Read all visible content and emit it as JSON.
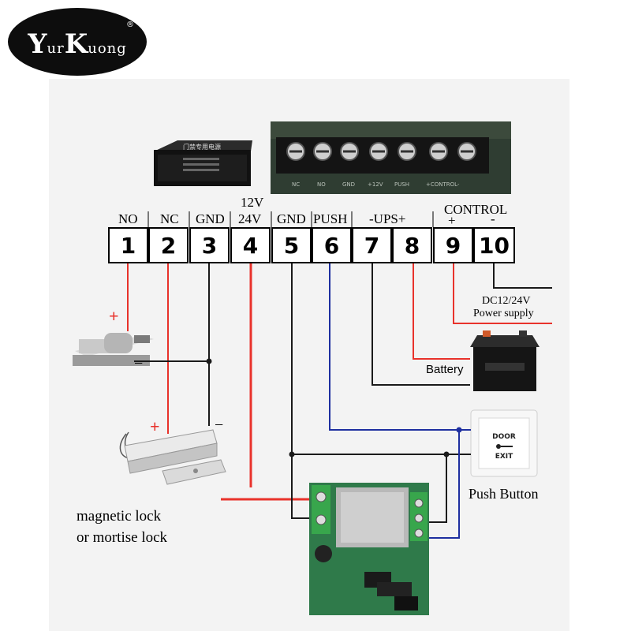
{
  "logo": {
    "first": "Y",
    "first_small": "ur",
    "second": "K",
    "second_small": "uong",
    "mark": "®"
  },
  "device_photos": {
    "power_supply_title": "门禁专用电源",
    "strip_labels": [
      "NC",
      "NO",
      "GND",
      "+12V",
      "PUSH",
      "+CONTROL-"
    ]
  },
  "terminals": [
    {
      "number": "1",
      "label": "NO"
    },
    {
      "number": "2",
      "label": "NC"
    },
    {
      "number": "3",
      "label": "GND"
    },
    {
      "number": "4",
      "label": "24V",
      "label_top": "12V"
    },
    {
      "number": "5",
      "label": "GND"
    },
    {
      "number": "6",
      "label": "PUSH"
    },
    {
      "number": "7",
      "label": ""
    },
    {
      "number": "8",
      "label": ""
    },
    {
      "number": "9",
      "label": "+"
    },
    {
      "number": "10",
      "label": "-"
    }
  ],
  "group_labels": {
    "ups": "-UPS+",
    "control": "CONTROL"
  },
  "annotations": {
    "supply_line1": "DC12/24V",
    "supply_line2": "Power supply",
    "battery": "Battery",
    "push_button": "Push Button",
    "lock_line1": "magnetic lock",
    "lock_line2": "or mortise lock",
    "plus": "+",
    "minus": "−"
  },
  "button_labels": {
    "top": "DOOR",
    "bottom": "EXIT"
  },
  "wire_colors": {
    "red": "#e8322b",
    "black": "#1a1a1a",
    "blue": "#1e2fa0"
  }
}
